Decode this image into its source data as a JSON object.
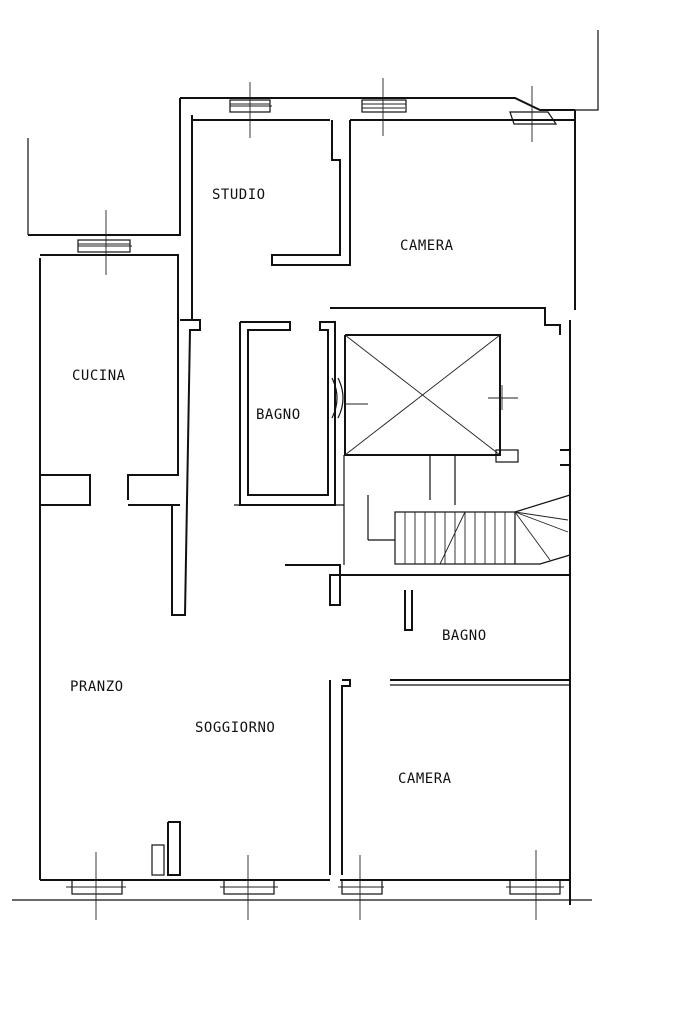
{
  "floorplan": {
    "rooms": {
      "studio": "STUDIO",
      "camera_top": "CAMERA",
      "cucina": "CUCINA",
      "bagno_left": "BAGNO",
      "bagno_right": "BAGNO",
      "pranzo": "PRANZO",
      "soggiorno": "SOGGIORNO",
      "camera_bottom": "CAMERA"
    }
  }
}
